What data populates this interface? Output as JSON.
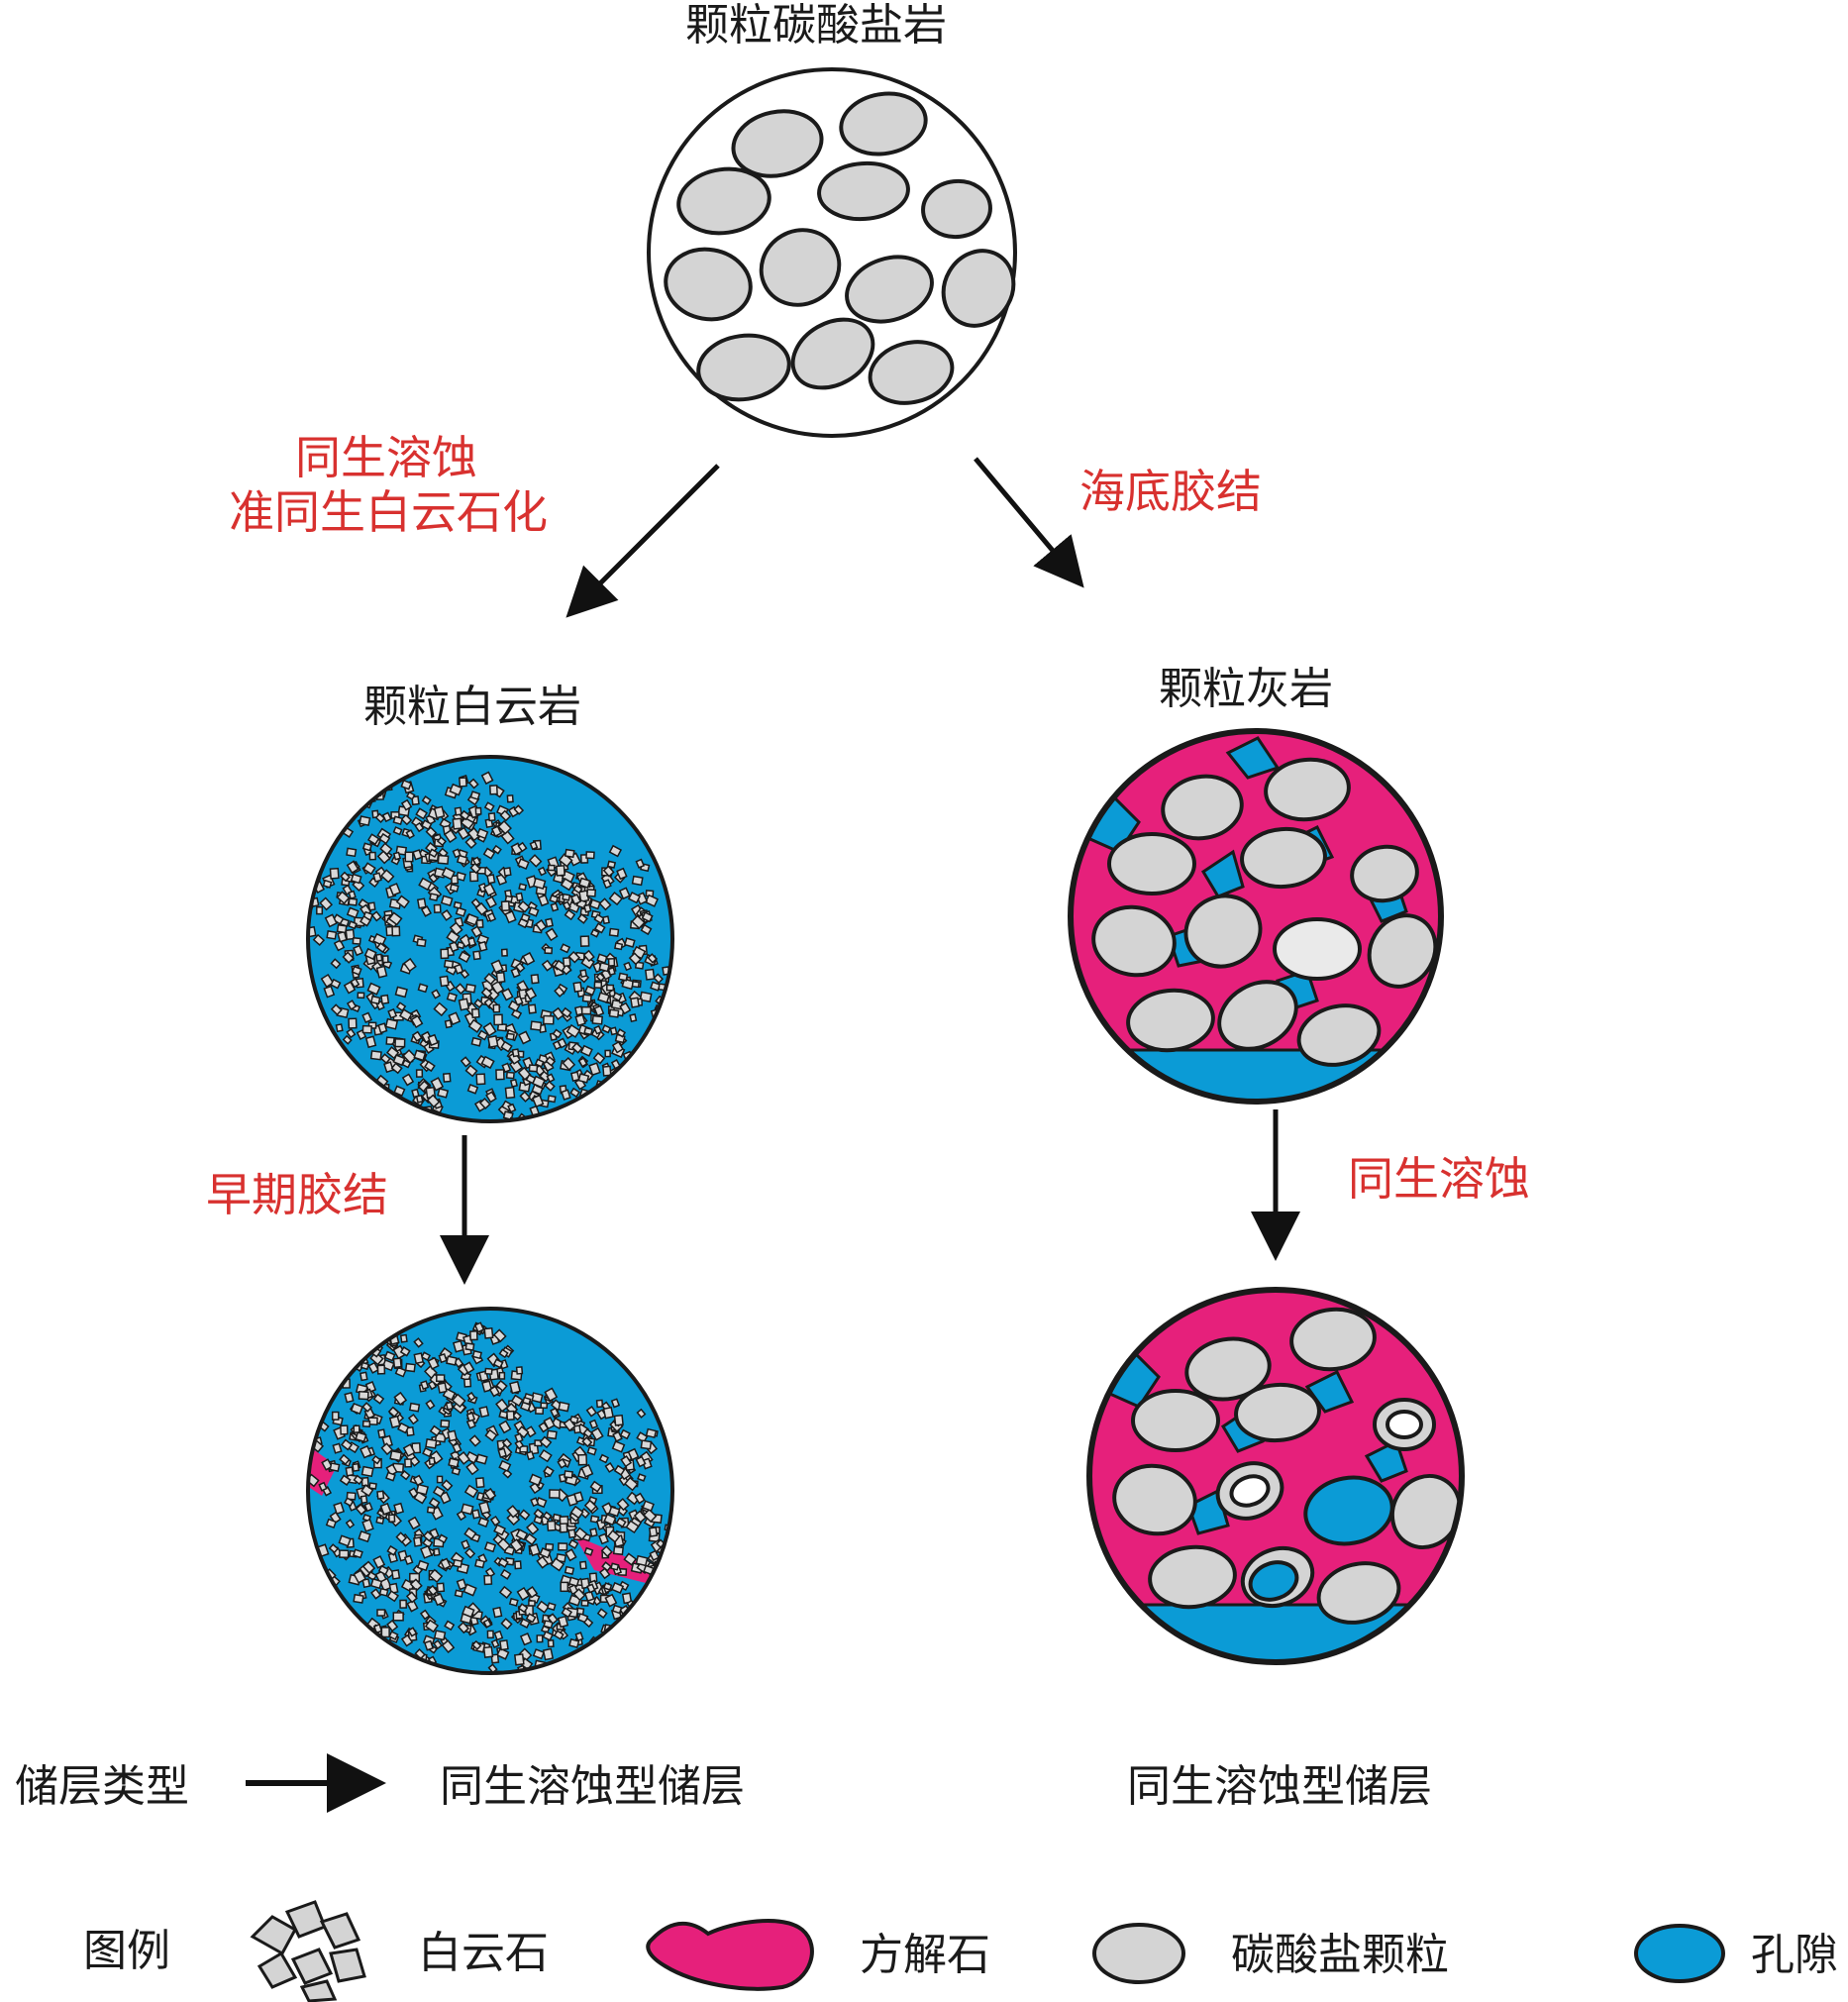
{
  "colors": {
    "red_text": "#d8312f",
    "pore_blue": "#0b9bd6",
    "calcite_pink": "#e6207b",
    "grain_grey": "#d4d4d4",
    "outline": "#1a1a1a"
  },
  "nodes": {
    "top": "颗粒碳酸盐岩",
    "left_mid": "颗粒白云岩",
    "right_mid": "颗粒灰岩"
  },
  "processes": {
    "left_line1": "同生溶蚀",
    "left_line2": "准同生白云石化",
    "right": "海底胶结",
    "left_down": "早期胶结",
    "right_down": "同生溶蚀"
  },
  "reservoir": {
    "label": "储层类型",
    "left_type": "同生溶蚀型储层",
    "right_type": "同生溶蚀型储层"
  },
  "legend": {
    "title": "图例",
    "items": [
      {
        "icon": "dolomite-crystals-icon",
        "label": "白云石"
      },
      {
        "icon": "calcite-blob-icon",
        "label": "方解石"
      },
      {
        "icon": "carbonate-grain-icon",
        "label": "碳酸盐颗粒"
      },
      {
        "icon": "pore-icon",
        "label": "孔隙"
      }
    ]
  }
}
